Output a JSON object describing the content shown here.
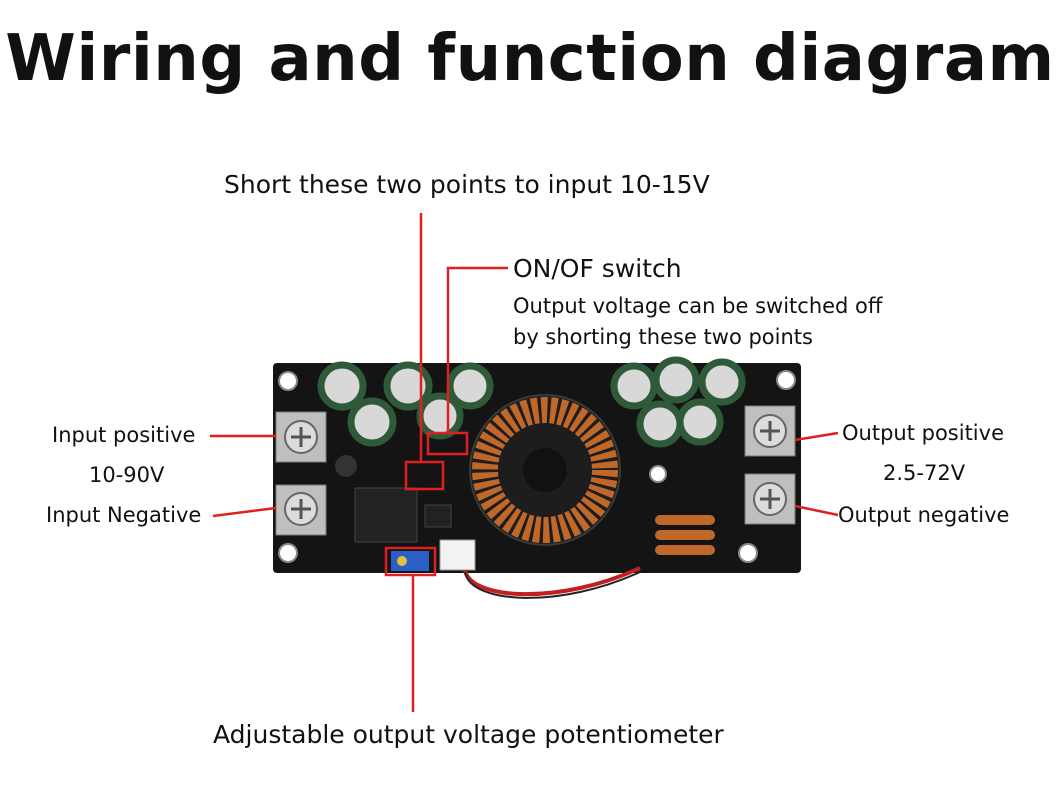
{
  "title": "Wiring and function diagram",
  "labels": {
    "short_points": "Short these two points to input 10-15V",
    "onoff_title": "ON/OF switch",
    "onoff_line1": "Output voltage can be switched off",
    "onoff_line2": "by shorting these two points",
    "input_positive": "Input positive",
    "input_range": "10-90V",
    "input_negative": "Input Negative",
    "output_positive": "Output positive",
    "output_range": "2.5-72V",
    "output_negative": "Output negative",
    "potentiometer": "Adjustable output voltage potentiometer"
  },
  "colors": {
    "callout": "#e02020",
    "board": "#151515",
    "copper": "#c0682a",
    "capacitor": "#2f5a3a"
  }
}
